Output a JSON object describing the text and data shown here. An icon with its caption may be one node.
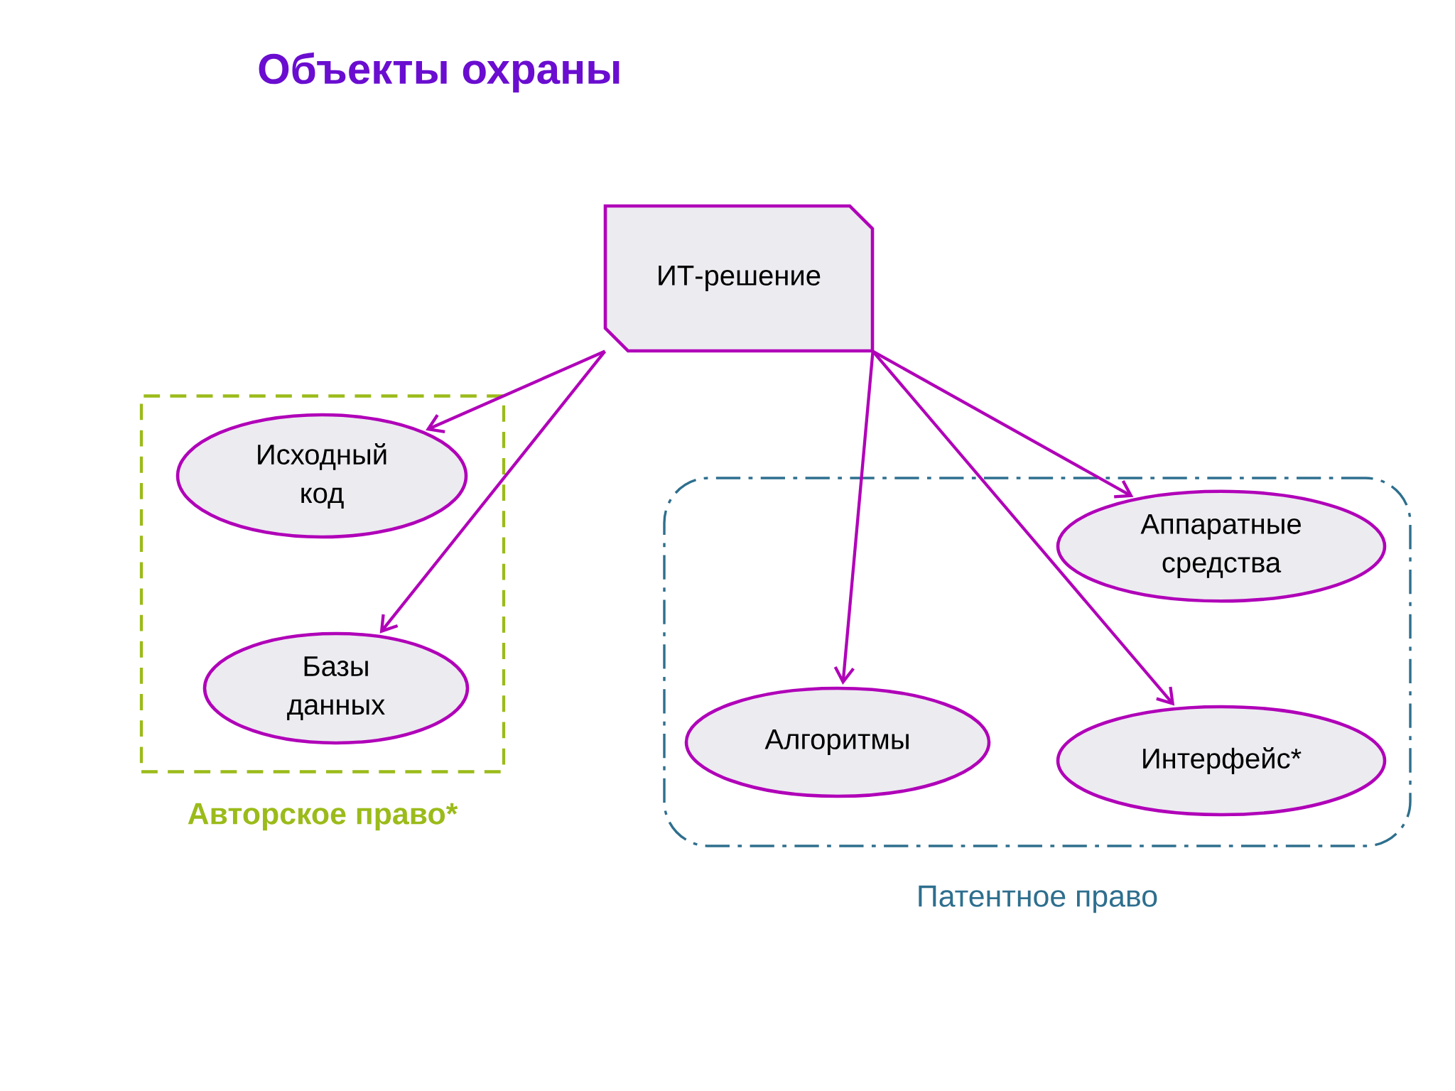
{
  "diagram": {
    "title": "Объекты охраны",
    "nodes": [
      {
        "text": [
          "ИТ-решение"
        ]
      },
      {
        "text": [
          "Авторское право*"
        ]
      },
      {
        "text": [
          "Исходный код"
        ],
        "in": 1
      },
      {
        "text": [
          "Базы данных"
        ],
        "in": 1
      },
      {
        "text": [
          "Патентное право"
        ]
      },
      {
        "text": [
          "Аппаратные средства"
        ],
        "in": 4
      },
      {
        "text": [
          "Алгоритмы"
        ],
        "in": 4
      },
      {
        "text": [
          "Интерфейс*"
        ],
        "in": 4
      }
    ],
    "edges": [
      {
        "from": 0,
        "to": 2,
        "arrow": "to"
      },
      {
        "from": 0,
        "to": 3,
        "arrow": "to"
      },
      {
        "from": 0,
        "to": 6,
        "arrow": "to"
      },
      {
        "from": 0,
        "to": 7,
        "arrow": "to"
      },
      {
        "from": 0,
        "to": 5,
        "arrow": "to"
      }
    ]
  }
}
